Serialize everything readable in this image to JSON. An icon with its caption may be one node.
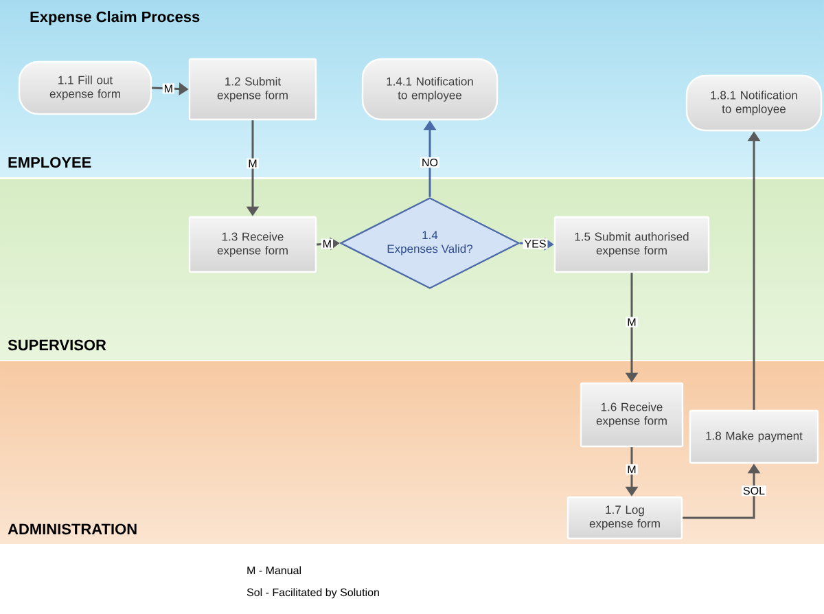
{
  "diagram": {
    "title": "Expense Claim Process",
    "nodes": [
      {
        "text": [
          "EMPLOYEE"
        ]
      },
      {
        "text": [
          "1.1 Fill out expense form"
        ],
        "in": 0
      },
      {
        "text": [
          "1.2 Submit expense form"
        ],
        "in": 0
      },
      {
        "text": [
          "1.4.1 Notification to employee"
        ],
        "in": 0
      },
      {
        "text": [
          "1.8.1 Notification to employee"
        ],
        "in": 0
      },
      {
        "text": [
          "SUPERVISOR"
        ]
      },
      {
        "text": [
          "1.3 Receive expense form"
        ],
        "in": 5
      },
      {
        "text": [
          "1.4",
          "Expenses Valid?"
        ],
        "in": 5
      },
      {
        "text": [
          "1.5 Submit authorised expense form"
        ],
        "in": 5
      },
      {
        "text": [
          "ADMINISTRATION"
        ]
      },
      {
        "text": [
          "1.6 Receive expense form"
        ],
        "in": 9
      },
      {
        "text": [
          "1.7 Log expense form"
        ],
        "in": 9
      },
      {
        "text": [
          "1.8 Make payment"
        ],
        "in": 9
      }
    ],
    "edges": [
      {
        "from": 1,
        "to": 2,
        "arrow": "to",
        "label": "M"
      },
      {
        "from": 2,
        "to": 6,
        "arrow": "to",
        "label": "M"
      },
      {
        "from": 6,
        "to": 7,
        "arrow": "to",
        "label": "M"
      },
      {
        "from": 7,
        "to": 3,
        "arrow": "to",
        "label": "NO",
        "color": "#4a6aa8"
      },
      {
        "from": 7,
        "to": 8,
        "arrow": "to",
        "label": "YES",
        "color": "#4a6aa8"
      },
      {
        "from": 8,
        "to": 10,
        "arrow": "to",
        "label": "M"
      },
      {
        "from": 10,
        "to": 11,
        "arrow": "to",
        "label": "M"
      },
      {
        "from": 11,
        "to": 12,
        "arrow": "to",
        "label": "SOL"
      },
      {
        "from": 12,
        "to": 4,
        "arrow": "to"
      }
    ],
    "labels": [
      "M - Manual",
      "Sol - Facilitated by Solution"
    ]
  }
}
